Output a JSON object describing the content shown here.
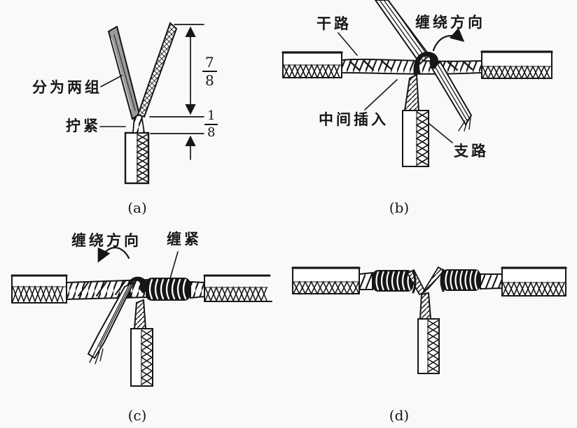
{
  "figure": {
    "background": "#f9f9f7",
    "ink": "#161616",
    "panels": [
      {
        "key": "a",
        "caption": "(a)",
        "labels": {
          "divide_two_groups": "分为两组",
          "twist_tight": "拧紧"
        },
        "dimensions": {
          "upper_fraction": {
            "numerator": "7",
            "denominator": "8"
          },
          "lower_fraction": {
            "numerator": "1",
            "denominator": "8"
          }
        }
      },
      {
        "key": "b",
        "caption": "(b)",
        "labels": {
          "main_line": "干路",
          "winding_direction": "缠绕方向",
          "insert_middle": "中间插入",
          "branch_line": "支路"
        }
      },
      {
        "key": "c",
        "caption": "(c)",
        "labels": {
          "winding_direction": "缠绕方向",
          "wrap_tight": "缠紧"
        }
      },
      {
        "key": "d",
        "caption": "(d)"
      }
    ]
  }
}
